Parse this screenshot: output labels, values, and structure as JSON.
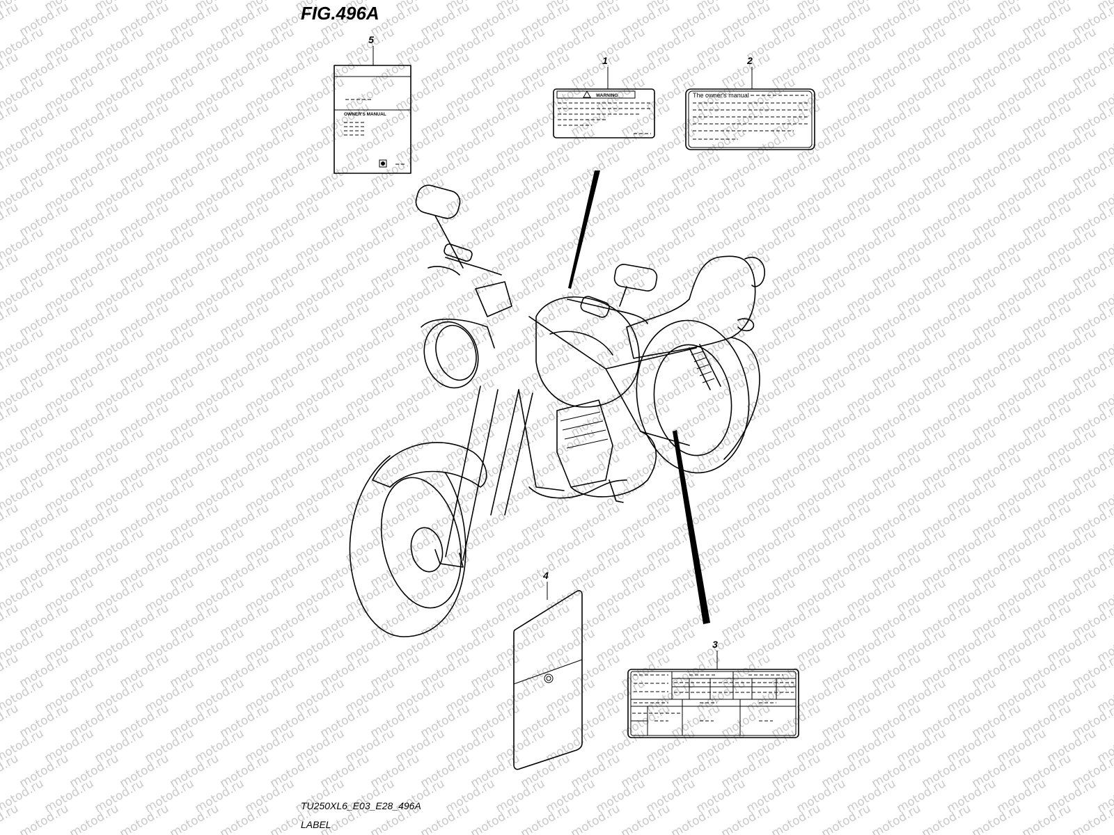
{
  "figure": {
    "title": "FIG.496A",
    "code": "TU250XL6_E03_E28_496A",
    "name": "LABEL"
  },
  "watermark": "motod.ru",
  "callouts": [
    "1",
    "2",
    "3",
    "4",
    "5"
  ],
  "parts": {
    "warning_label": {
      "header": "WARNING"
    },
    "info_label": {
      "header": "The owner's manual"
    },
    "manual": {
      "heading": "OWNER'S MANUAL"
    }
  }
}
